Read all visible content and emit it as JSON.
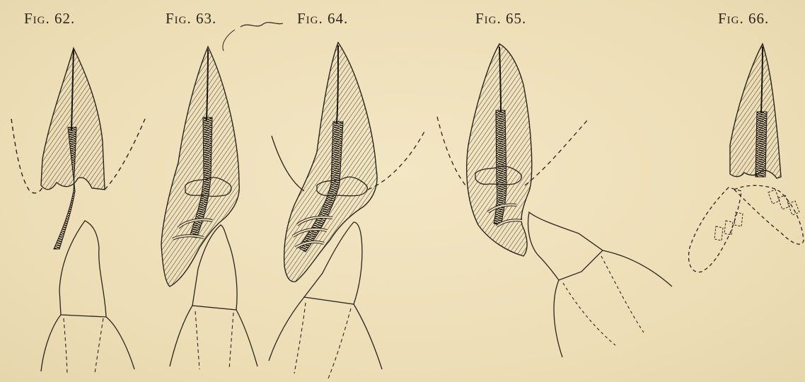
{
  "plate": {
    "paper_color": "#efe1bb",
    "ink_color": "#2a241c",
    "figures": [
      {
        "caption": "Fig. 62."
      },
      {
        "caption": "Fig. 63."
      },
      {
        "caption": "Fig. 64."
      },
      {
        "caption": "Fig. 65."
      },
      {
        "caption": "Fig. 66."
      }
    ]
  }
}
